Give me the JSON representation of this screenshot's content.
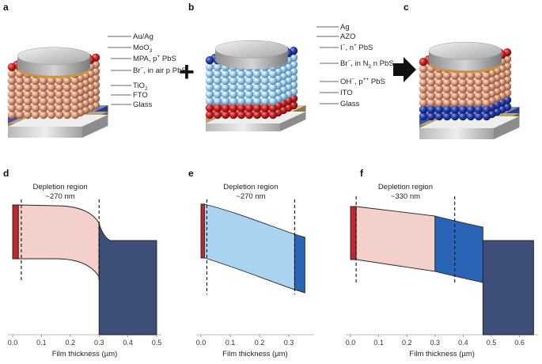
{
  "panels": {
    "a": "a",
    "b": "b",
    "c": "c",
    "d": "d",
    "e": "e",
    "f": "f"
  },
  "device_a": {
    "layers": [
      "Au/Ag",
      "MoO",
      "MPA, p",
      "Br",
      ", in air p PbS",
      "TiO",
      "FTO",
      "Glass"
    ],
    "moo_sub": "3",
    "mpa_sup": "+",
    "mpa_tail": " PbS",
    "br_sup": "−",
    "tio_sub": "2"
  },
  "device_b": {
    "layers": [
      "Ag",
      "AZO",
      "I",
      ", n",
      " PbS",
      "Br",
      ", in N",
      " n PbS",
      "OH",
      ", p",
      " PbS",
      "ITO",
      "Glass"
    ],
    "i_sup": "−",
    "n_sup": "+",
    "br_sup": "−",
    "n2_sub": "2",
    "oh_sup": "−",
    "p_sup": "++"
  },
  "plus_symbol": "+",
  "colors": {
    "red": "#c0262c",
    "dark_blue": "#233f8c",
    "light_blue": "#a9d3ee",
    "peach": "#f4d0ca",
    "navy": "#3d4f78",
    "mid_blue": "#2a64b6",
    "tan": "#e2a58a"
  },
  "chart_data": [
    {
      "type": "band diagram",
      "title": "Depletion region",
      "subtitle": "~270 nm",
      "xlabel": "Film thickness (µm)",
      "ticks": [
        "0.0",
        "0.1",
        "0.2",
        "0.3",
        "0.4",
        "0.5"
      ],
      "xlim": [
        0,
        0.5
      ],
      "depletion": [
        0.03,
        0.3
      ]
    },
    {
      "type": "band diagram",
      "title": "Depletion region",
      "subtitle": "~270 nm",
      "xlabel": "Film thickness (µm)",
      "ticks": [
        "0.0",
        "0.1",
        "0.2",
        "0.3"
      ],
      "xlim": [
        0,
        0.37
      ],
      "depletion": [
        0.02,
        0.32
      ]
    },
    {
      "type": "band diagram",
      "title": "Depletion region",
      "subtitle": "~330 nm",
      "xlabel": "Film thickness (µm)",
      "ticks": [
        "0.0",
        "0.1",
        "0.2",
        "0.3",
        "0.4",
        "0.5",
        "0.6"
      ],
      "xlim": [
        0,
        0.65
      ],
      "depletion": [
        0.02,
        0.37
      ]
    }
  ]
}
